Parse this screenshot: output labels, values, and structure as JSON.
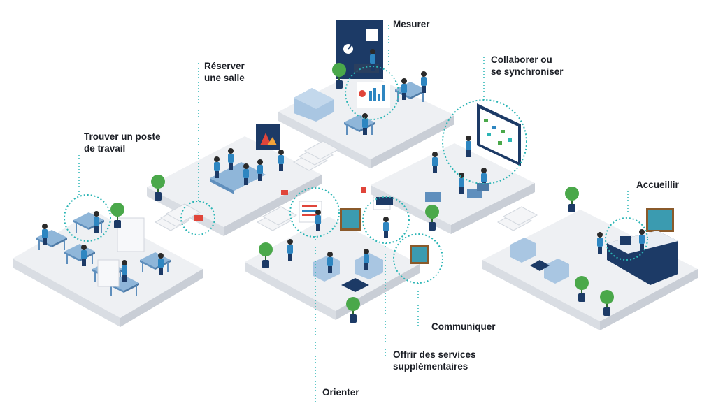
{
  "labels": {
    "trouver": "Trouver un poste\nde travail",
    "reserver": "Réserver\nune salle",
    "mesurer": "Mesurer",
    "collaborer": "Collaborer ou\nse synchroniser",
    "accueillir": "Accueillir",
    "communiquer": "Communiquer",
    "offrir": "Offrir des services\nsupplémentaires",
    "orienter": "Orienter"
  },
  "colors": {
    "accent": "#2bb5b5",
    "floor_top": "#eef0f3",
    "floor_side": "#d9dde3",
    "furniture": "#6d9ec9",
    "navy": "#1c3a66",
    "plant": "#4aa84a",
    "text": "#1c1f26"
  }
}
